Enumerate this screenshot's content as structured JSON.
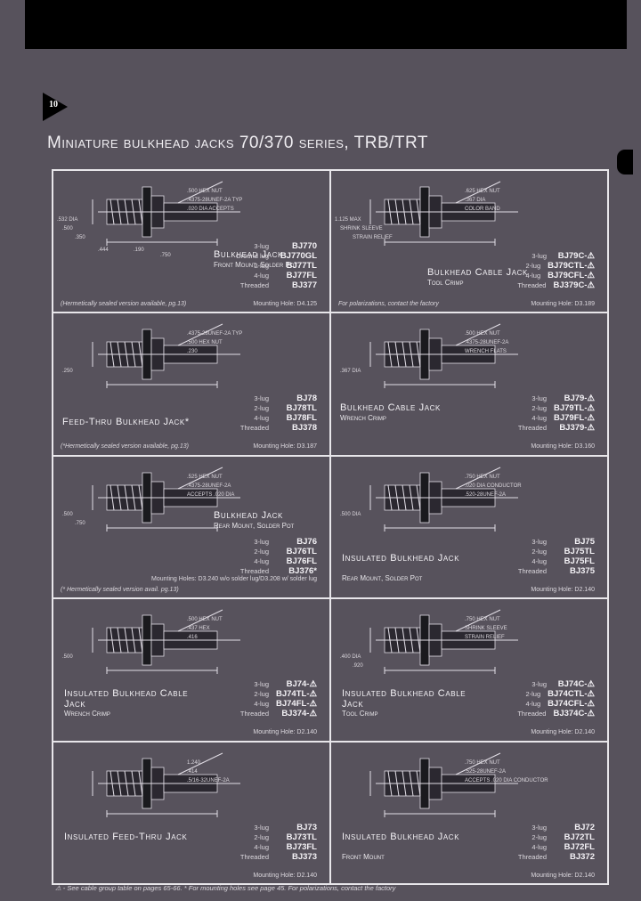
{
  "header": {
    "page_number": "10",
    "title": "Miniature bulkhead jacks 70/370 series, TRB/TRT"
  },
  "cells": [
    {
      "title": "Bulkhead Jack",
      "subtitle": "Front Mount, Solder Pot",
      "rows": [
        {
          "lug": "3-lug",
          "pn": "BJ770"
        },
        {
          "lug": "Ground lug",
          "pn": "BJ770GL"
        },
        {
          "lug": "2-lug",
          "pn": "BJ77TL"
        },
        {
          "lug": "4-lug",
          "pn": "BJ77FL"
        },
        {
          "lug": "Threaded",
          "pn": "BJ377"
        }
      ],
      "note": "(Hermetically sealed version available, pg.13)",
      "mounting": "Mounting Hole: D4.125",
      "dims": [
        ".500 HEX NUT",
        ".4375-28UNEF-2A TYP",
        ".020 DIA ACCEPTS",
        ".500",
        ".350",
        ".532 DIA",
        ".190",
        ".444",
        ".750"
      ]
    },
    {
      "title": "Bulkhead Cable Jack",
      "subtitle": "Tool Crimp",
      "rows": [
        {
          "lug": "3-lug",
          "pn": "BJ79C-⚠"
        },
        {
          "lug": "2-lug",
          "pn": "BJ79CTL-⚠"
        },
        {
          "lug": "4-lug",
          "pn": "BJ79CFL-⚠"
        },
        {
          "lug": "Threaded",
          "pn": "BJ379C-⚠"
        }
      ],
      "note": "For polarizations, contact the factory",
      "mounting": "Mounting Hole: D3.189",
      "dims": [
        ".625 HEX NUT",
        ".367 DIA",
        "COLOR BAND",
        "SHRINK SLEEVE",
        "STRAIN RELIEF",
        "1.125 MAX"
      ]
    },
    {
      "title": "Feed-Thru Bulkhead Jack*",
      "subtitle": "",
      "rows": [
        {
          "lug": "3-lug",
          "pn": "BJ78"
        },
        {
          "lug": "2-lug",
          "pn": "BJ78TL"
        },
        {
          "lug": "4-lug",
          "pn": "BJ78FL"
        },
        {
          "lug": "Threaded",
          "pn": "BJ378"
        }
      ],
      "note": "(*Hermetically sealed version available, pg.13)",
      "mounting": "Mounting Hole: D3.187",
      "dims": [
        ".4375-28UNEF-2A TYP",
        ".500 HEX NUT",
        ".230",
        ".250"
      ]
    },
    {
      "title": "Bulkhead Cable Jack",
      "subtitle": "Wrench Crimp",
      "rows": [
        {
          "lug": "3-lug",
          "pn": "BJ79-⚠"
        },
        {
          "lug": "2-lug",
          "pn": "BJ79TL-⚠"
        },
        {
          "lug": "4-lug",
          "pn": "BJ79FL-⚠"
        },
        {
          "lug": "Threaded",
          "pn": "BJ379-⚠"
        }
      ],
      "note": "",
      "mounting": "Mounting Hole: D3.160",
      "dims": [
        ".500 HEX NUT",
        ".4375-28UNEF-2A",
        "WRENCH FLATS",
        ".367 DIA"
      ]
    },
    {
      "title": "Bulkhead Jack",
      "subtitle": "Rear Mount, Solder Pot",
      "rows": [
        {
          "lug": "3-lug",
          "pn": "BJ76"
        },
        {
          "lug": "2-lug",
          "pn": "BJ76TL"
        },
        {
          "lug": "4-lug",
          "pn": "BJ76FL"
        },
        {
          "lug": "Threaded",
          "pn": "BJ376*"
        }
      ],
      "note": "(* Hermetically sealed version avail. pg.13)",
      "mounting": "Mounting Holes: D3.240 w/o solder lug/D3.208 w/ solder lug",
      "dims": [
        ".525 HEX NUT",
        ".4375-28UNEF-2A",
        "ACCEPTS .020 DIA",
        ".500",
        ".750"
      ]
    },
    {
      "title": "Insulated Bulkhead Jack",
      "subtitle": "Rear Mount, Solder Pot",
      "rows": [
        {
          "lug": "3-lug",
          "pn": "BJ75"
        },
        {
          "lug": "2-lug",
          "pn": "BJ75TL"
        },
        {
          "lug": "4-lug",
          "pn": "BJ75FL"
        },
        {
          "lug": "Threaded",
          "pn": "BJ375"
        }
      ],
      "note": "",
      "mounting": "Mounting Hole: D2.140",
      "dims": [
        ".750 HEX NUT",
        ".020 DIA CONDUCTOR",
        ".520-28UNEF-2A",
        ".500 DIA"
      ]
    },
    {
      "title": "Insulated Bulkhead Cable Jack",
      "subtitle": "Wrench Crimp",
      "rows": [
        {
          "lug": "3-lug",
          "pn": "BJ74-⚠"
        },
        {
          "lug": "2-lug",
          "pn": "BJ74TL-⚠"
        },
        {
          "lug": "4-lug",
          "pn": "BJ74FL-⚠"
        },
        {
          "lug": "Threaded",
          "pn": "BJ374-⚠"
        }
      ],
      "note": "",
      "mounting": "Mounting Hole: D2.140",
      "dims": [
        ".500 HEX NUT",
        ".437 HEX",
        ".416",
        ".500"
      ]
    },
    {
      "title": "Insulated Bulkhead Cable Jack",
      "subtitle": "Tool Crimp",
      "rows": [
        {
          "lug": "3-lug",
          "pn": "BJ74C-⚠"
        },
        {
          "lug": "2-lug",
          "pn": "BJ74CTL-⚠"
        },
        {
          "lug": "4-lug",
          "pn": "BJ74CFL-⚠"
        },
        {
          "lug": "Threaded",
          "pn": "BJ374C-⚠"
        }
      ],
      "note": "",
      "mounting": "Mounting Hole: D2.140",
      "dims": [
        ".750 HEX NUT",
        "SHRINK SLEEVE",
        "STRAIN RELIEF",
        ".400 DIA",
        ".920"
      ]
    },
    {
      "title": "Insulated Feed-Thru Jack",
      "subtitle": "",
      "rows": [
        {
          "lug": "3-lug",
          "pn": "BJ73"
        },
        {
          "lug": "2-lug",
          "pn": "BJ73TL"
        },
        {
          "lug": "4-lug",
          "pn": "BJ73FL"
        },
        {
          "lug": "Threaded",
          "pn": "BJ373"
        }
      ],
      "note": "",
      "mounting": "Mounting Hole: D2.140",
      "dims": [
        "1.240",
        ".414",
        ".5/16-32UNEF-2A"
      ]
    },
    {
      "title": "Insulated Bulkhead Jack",
      "subtitle": "Front Mount",
      "rows": [
        {
          "lug": "3-lug",
          "pn": "BJ72"
        },
        {
          "lug": "2-lug",
          "pn": "BJ72TL"
        },
        {
          "lug": "4-lug",
          "pn": "BJ72FL"
        },
        {
          "lug": "Threaded",
          "pn": "BJ372"
        }
      ],
      "note": "",
      "mounting": "Mounting Hole: D2.140",
      "dims": [
        ".750 HEX NUT",
        ".525-28UNEF-2A",
        "ACCEPTS .020 DIA CONDUCTOR"
      ]
    }
  ],
  "footer": "⚠ - See cable group table on pages 65-66. * For mounting holes see page 45. For polarizations, contact the factory"
}
